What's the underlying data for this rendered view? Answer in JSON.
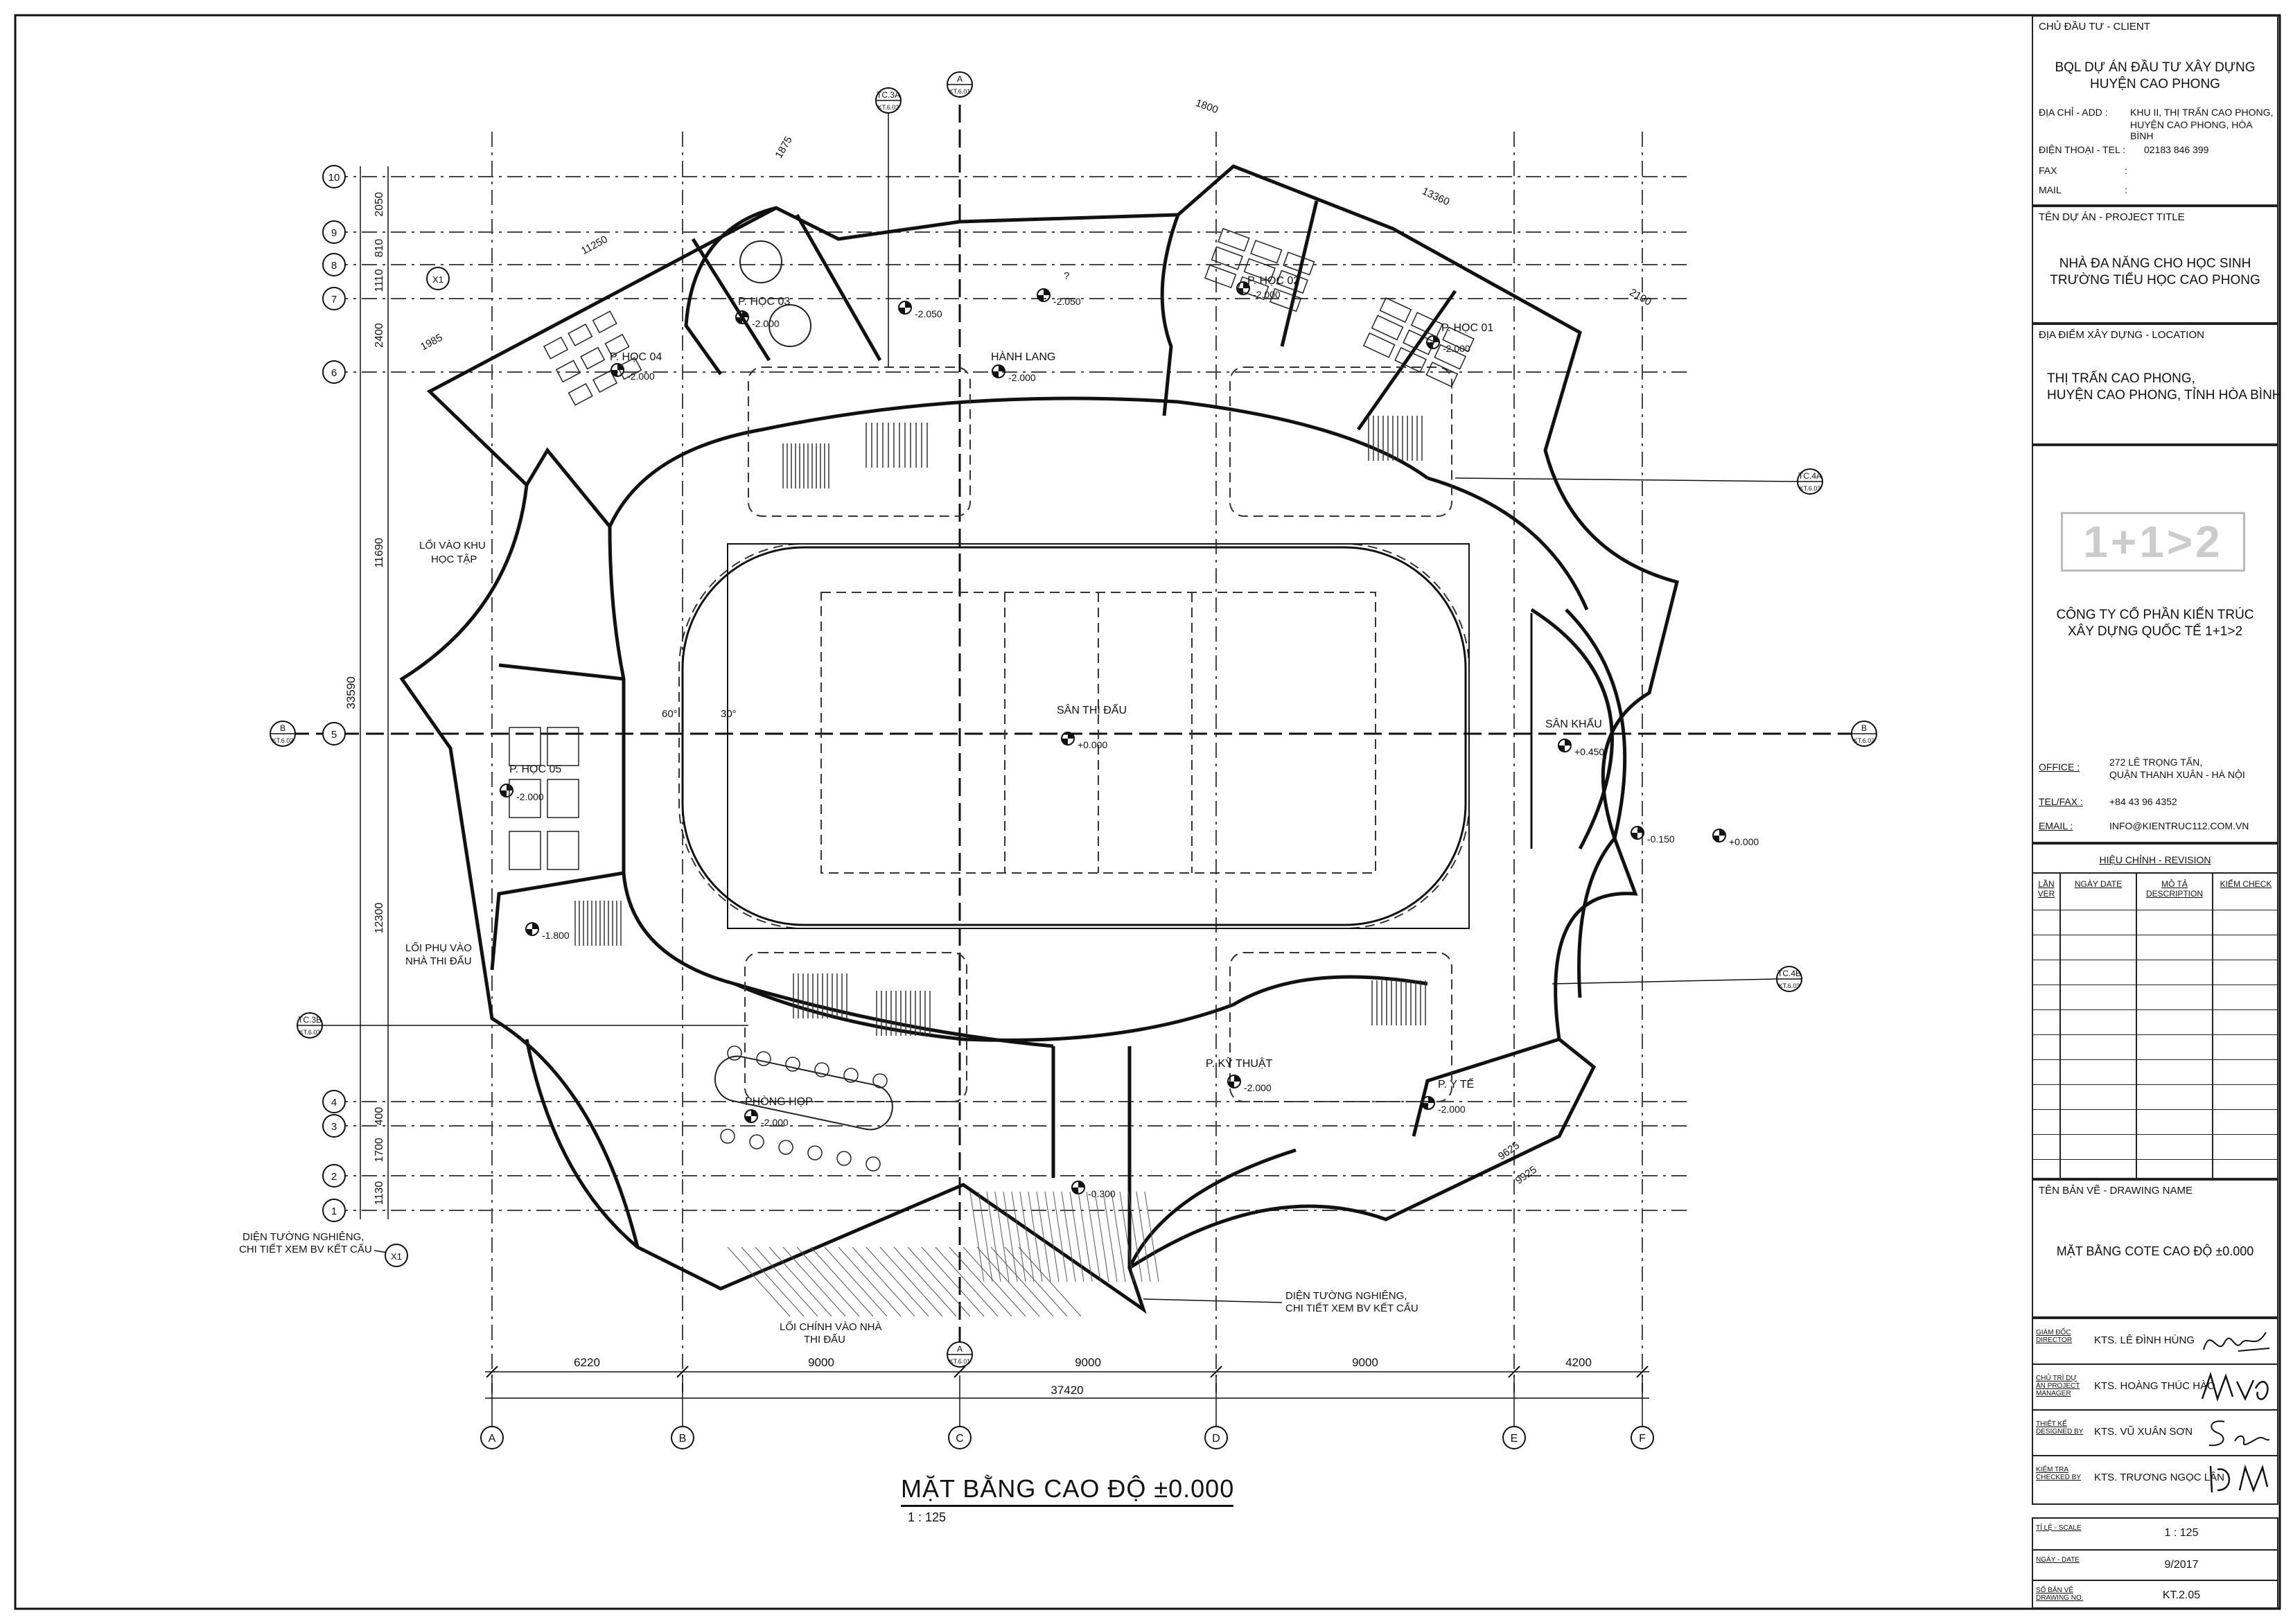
{
  "plan": {
    "title": "MẶT BẰNG CAO ĐỘ ±0.000",
    "scale": "1 : 125",
    "grid_cols": [
      "A",
      "B",
      "C",
      "D",
      "E",
      "F"
    ],
    "grid_rows": [
      "10",
      "9",
      "8",
      "7",
      "6",
      "5",
      "4",
      "3",
      "2",
      "1"
    ],
    "dims_bottom": [
      "6220",
      "9000",
      "9000",
      "9000",
      "4200"
    ],
    "dim_total": "37420",
    "dims_left": [
      "2050",
      "810",
      "1110",
      "2400",
      "11690",
      "12300",
      "1700",
      "400",
      "1130"
    ],
    "dim_left_total": "33590",
    "dims_misc": [
      "1875",
      "11250",
      "1985",
      "1800",
      "13360",
      "2100",
      "9625",
      "9925"
    ],
    "rooms": {
      "phong_hoc_04": "P. HỌC 04",
      "phong_hoc_03": "P. HỌC 03",
      "phong_hoc_02": "P. HỌC 02",
      "phong_hoc_01": "P. HỌC 01",
      "phong_hoc_05": "P. HỌC 05",
      "hanh_lang": "HÀNH LANG",
      "san_thi_dau": "SÂN THI ĐẤU",
      "san_khau": "SÂN KHẤU",
      "phong_hop": "PHÒNG HỌP",
      "p_ky_thuat": "P. KỸ THUẬT",
      "p_y_te": "P. Y TẾ"
    },
    "levels": [
      "-2.000",
      "-2.050",
      "-2.050",
      "-2.000",
      "-2.000",
      "-2.000",
      "-2.000",
      "+0.000",
      "+0.450",
      "-0.150",
      "+0.000",
      "-2.000",
      "-1.800",
      "-2.000",
      "-2.000",
      "-2.000",
      "-0.300"
    ],
    "notes": {
      "loi_vao_khu": "LỐI VÀO KHU",
      "hoc_tap": "HỌC TẬP",
      "loi_phu": "LỐI PHỤ VÀO",
      "nha_thi_dau": "NHÀ THI ĐẤU",
      "loi_chinh": "LỐI CHÍNH VÀO NHÀ",
      "thi_dau": "THI ĐẤU",
      "dien_tuong_1a": "DIỆN TƯỜNG NGHIÊNG,",
      "dien_tuong_1b": "CHI TIẾT XEM BV KẾT CẤU",
      "dien_tuong_2a": "DIỆN TƯỜNG NGHIÊNG,",
      "dien_tuong_2b": "CHI TIẾT XEM BV KẾT CẤU",
      "angle_1": "60°",
      "angle_2": "30°",
      "question": "?"
    },
    "section_marks": {
      "a_top": "A",
      "a_top_ref": "KT.6.01",
      "a_bot": "A",
      "a_bot_ref": "KT.6.01",
      "b_left": "B",
      "b_left_ref": "KT.6.02",
      "b_right": "B",
      "b_right_ref": "KT.6.02",
      "c3a": "TC.3A",
      "c3a_ref": "KT.6.03",
      "c4a": "TC.4A",
      "c4a_ref": "KT.6.03",
      "c4b": "TC.4B",
      "c4b_ref": "KT.6.03",
      "c3b": "TC.3B",
      "c3b_ref": "KT.6.03",
      "x1_top": "X1",
      "x1_bot": "X1"
    }
  },
  "titleblock": {
    "client_hdr": "CHỦ ĐẦU TƯ - CLIENT",
    "client_l1": "BQL DỰ ÁN ĐẦU TƯ XÂY DỰNG",
    "client_l2": "HUYỆN CAO PHONG",
    "addr_lbl": "ĐỊA CHỈ - ADD :",
    "addr_l1": "KHU II, THỊ TRẤN CAO PHONG,",
    "addr_l2": "HUYỆN CAO PHONG, HÒA BÌNH",
    "tel_lbl": "ĐIỆN THOẠI - TEL :",
    "tel_val": "02183 846 399",
    "fax_lbl": "FAX",
    "fax_val": ":",
    "mail_lbl": "MAIL",
    "mail_val": ":",
    "project_hdr": "TÊN DỰ ÁN - PROJECT TITLE",
    "project_l1": "NHÀ ĐA NĂNG CHO HỌC SINH",
    "project_l2": "TRƯỜNG TIỂU HỌC CAO PHONG",
    "location_hdr": "ĐỊA ĐIỂM XÂY DỰNG - LOCATION",
    "location_l1": "THỊ TRẤN CAO PHONG,",
    "location_l2": "HUYỆN CAO PHONG, TỈNH HÒA BÌNH",
    "logo": "1+1>2",
    "company_l1": "CÔNG TY CỔ PHẦN KIẾN TRÚC",
    "company_l2": "XÂY DỰNG QUỐC TẾ 1+1>2",
    "office_lbl": "OFFICE :",
    "office_l1": "272 LÊ TRỌNG TẤN,",
    "office_l2": "QUẬN THANH XUÂN - HÀ NỘI",
    "telfax_lbl": "TEL/FAX :",
    "telfax_val": "+84 43 96 4352",
    "email_lbl": "EMAIL :",
    "email_val": "INFO@KIENTRUC112.COM.VN",
    "revision_hdr": "HIỆU CHỈNH - REVISION",
    "rev_cols": [
      "LẦN VER",
      "NGÀY DATE",
      "MÔ TẢ DESCRIPTION",
      "KIỂM CHECK"
    ],
    "drawing_hdr": "TÊN BẢN VẼ - DRAWING NAME",
    "drawing_name": "MẶT BẰNG COTE CAO ĐỘ ±0.000",
    "sig_director_lbl": "GIÁM ĐỐC DIRECTOR",
    "sig_director": "KTS. LÊ ĐÌNH HÙNG",
    "sig_pm_lbl": "CHỦ TRÌ DỰ ÁN PROJECT MANAGER",
    "sig_pm": "KTS. HOÀNG THÚC HÀO",
    "sig_design_lbl": "THIẾT KẾ DESIGNED BY",
    "sig_design": "KTS. VŨ XUÂN SƠN",
    "sig_check_lbl": "KIỂM TRA CHECKED BY",
    "sig_check": "KTS. TRƯƠNG NGỌC LÂN",
    "scale_lbl": "TỈ LỆ - SCALE",
    "scale_val": "1 : 125",
    "date_lbl": "NGÀY - DATE",
    "date_val": "9/2017",
    "dwgno_lbl": "SỐ BẢN VẼ DRAWING NO.",
    "dwgno_val": "KT.2.05"
  }
}
